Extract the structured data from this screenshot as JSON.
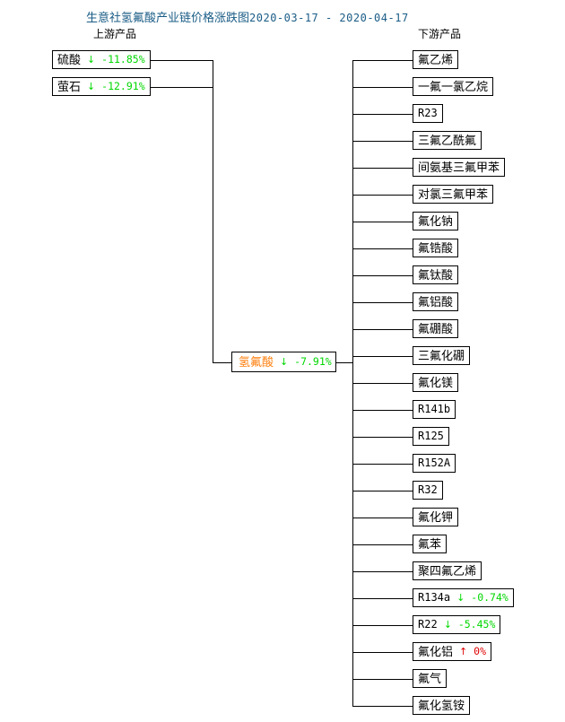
{
  "title": {
    "text": "生意社氢氟酸产业链价格涨跌图",
    "date_range": "2020-03-17 - 2020-04-17",
    "color": "#1a5c86"
  },
  "columns": {
    "upstream_header": "上游产品",
    "downstream_header": "下游产品"
  },
  "colors": {
    "down": "#00d700",
    "up": "#e00000",
    "center_name": "#ff7f0e",
    "line": "#000000",
    "border": "#000000"
  },
  "center_node": {
    "name": "氢氟酸",
    "arrow": "↓",
    "change": "-7.91%",
    "direction": "down"
  },
  "upstream": [
    {
      "name": "硫酸",
      "arrow": "↓",
      "change": "-11.85%",
      "direction": "down"
    },
    {
      "name": "萤石",
      "arrow": "↓",
      "change": "-12.91%",
      "direction": "down"
    }
  ],
  "downstream": [
    {
      "name": "氟乙烯",
      "arrow": "",
      "change": "",
      "direction": "none"
    },
    {
      "name": "一氟一氯乙烷",
      "arrow": "",
      "change": "",
      "direction": "none"
    },
    {
      "name": "R23",
      "arrow": "",
      "change": "",
      "direction": "none"
    },
    {
      "name": "三氟乙酰氟",
      "arrow": "",
      "change": "",
      "direction": "none"
    },
    {
      "name": "间氨基三氟甲苯",
      "arrow": "",
      "change": "",
      "direction": "none"
    },
    {
      "name": "对氯三氟甲苯",
      "arrow": "",
      "change": "",
      "direction": "none"
    },
    {
      "name": "氟化钠",
      "arrow": "",
      "change": "",
      "direction": "none"
    },
    {
      "name": "氟锆酸",
      "arrow": "",
      "change": "",
      "direction": "none"
    },
    {
      "name": "氟钛酸",
      "arrow": "",
      "change": "",
      "direction": "none"
    },
    {
      "name": "氟铝酸",
      "arrow": "",
      "change": "",
      "direction": "none"
    },
    {
      "name": "氟硼酸",
      "arrow": "",
      "change": "",
      "direction": "none"
    },
    {
      "name": "三氟化硼",
      "arrow": "",
      "change": "",
      "direction": "none"
    },
    {
      "name": "氟化镁",
      "arrow": "",
      "change": "",
      "direction": "none"
    },
    {
      "name": "R141b",
      "arrow": "",
      "change": "",
      "direction": "none"
    },
    {
      "name": "R125",
      "arrow": "",
      "change": "",
      "direction": "none"
    },
    {
      "name": "R152A",
      "arrow": "",
      "change": "",
      "direction": "none"
    },
    {
      "name": "R32",
      "arrow": "",
      "change": "",
      "direction": "none"
    },
    {
      "name": "氟化钾",
      "arrow": "",
      "change": "",
      "direction": "none"
    },
    {
      "name": "氟苯",
      "arrow": "",
      "change": "",
      "direction": "none"
    },
    {
      "name": "聚四氟乙烯",
      "arrow": "",
      "change": "",
      "direction": "none"
    },
    {
      "name": "R134a",
      "arrow": "↓",
      "change": "-0.74%",
      "direction": "down"
    },
    {
      "name": "R22",
      "arrow": "↓",
      "change": "-5.45%",
      "direction": "down"
    },
    {
      "name": "氟化铝",
      "arrow": "↑",
      "change": "0%",
      "direction": "up"
    },
    {
      "name": "氟气",
      "arrow": "",
      "change": "",
      "direction": "none"
    },
    {
      "name": "氟化氢铵",
      "arrow": "",
      "change": "",
      "direction": "none"
    }
  ],
  "chart_data": {
    "type": "diagram",
    "title": "生意社氢氟酸产业链价格涨跌图 2020-03-17 - 2020-04-17",
    "center": {
      "label": "氢氟酸",
      "value": -7.91,
      "unit": "%"
    },
    "upstream": [
      {
        "label": "硫酸",
        "value": -11.85,
        "unit": "%"
      },
      {
        "label": "萤石",
        "value": -12.91,
        "unit": "%"
      }
    ],
    "downstream": [
      {
        "label": "氟乙烯",
        "value": null
      },
      {
        "label": "一氟一氯乙烷",
        "value": null
      },
      {
        "label": "R23",
        "value": null
      },
      {
        "label": "三氟乙酰氟",
        "value": null
      },
      {
        "label": "间氨基三氟甲苯",
        "value": null
      },
      {
        "label": "对氯三氟甲苯",
        "value": null
      },
      {
        "label": "氟化钠",
        "value": null
      },
      {
        "label": "氟锆酸",
        "value": null
      },
      {
        "label": "氟钛酸",
        "value": null
      },
      {
        "label": "氟铝酸",
        "value": null
      },
      {
        "label": "氟硼酸",
        "value": null
      },
      {
        "label": "三氟化硼",
        "value": null
      },
      {
        "label": "氟化镁",
        "value": null
      },
      {
        "label": "R141b",
        "value": null
      },
      {
        "label": "R125",
        "value": null
      },
      {
        "label": "R152A",
        "value": null
      },
      {
        "label": "R32",
        "value": null
      },
      {
        "label": "氟化钾",
        "value": null
      },
      {
        "label": "氟苯",
        "value": null
      },
      {
        "label": "聚四氟乙烯",
        "value": null
      },
      {
        "label": "R134a",
        "value": -0.74,
        "unit": "%"
      },
      {
        "label": "R22",
        "value": -5.45,
        "unit": "%"
      },
      {
        "label": "氟化铝",
        "value": 0,
        "unit": "%"
      },
      {
        "label": "氟气",
        "value": null
      },
      {
        "label": "氟化氢铵",
        "value": null
      }
    ]
  }
}
